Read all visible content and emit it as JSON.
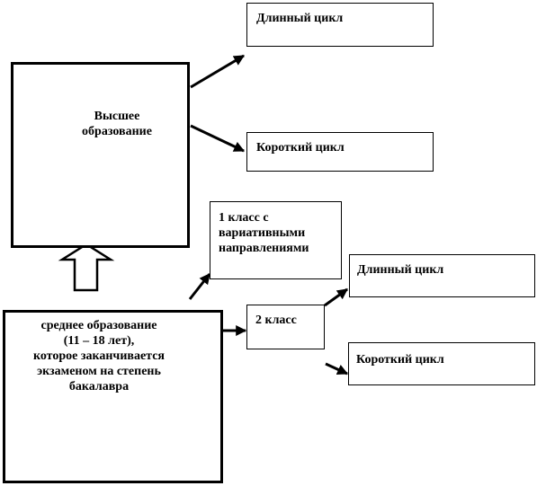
{
  "diagram": {
    "higher_education": "Высшее образование",
    "long_cycle_top": "Длинный цикл",
    "short_cycle_top": "Короткий цикл",
    "class1": [
      "1 класс с",
      "вариативными",
      "направлениями"
    ],
    "class2": "2 класс",
    "long_cycle_bottom": "Длинный цикл",
    "short_cycle_bottom": "Короткий цикл",
    "secondary": [
      "среднее образование",
      "(11 – 18 лет),",
      "которое заканчивается",
      "экзаменом на степень",
      "бакалавра"
    ]
  }
}
